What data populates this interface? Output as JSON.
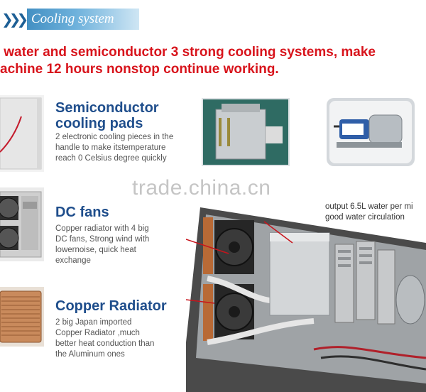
{
  "header": {
    "chevrons": "❯❯❯",
    "title": "Cooling system"
  },
  "headline": {
    "line1": " water and semiconductor 3 strong cooling systems, make",
    "line2": "achine 12 hours nonstop continue working."
  },
  "features": [
    {
      "title1": "Semiconductor",
      "title2": "cooling pads",
      "desc": [
        "2 electronic cooling pieces in the",
        "handle to make itstemperature",
        "reach 0 Celsius degree quickly"
      ]
    },
    {
      "title1": "DC fans",
      "desc": [
        "Copper radiator with 4 big",
        "DC fans, Strong wind with",
        "lowernoise, quick heat",
        "exchange"
      ]
    },
    {
      "title1": "Copper Radiator",
      "desc": [
        "2 big Japan imported",
        "Copper Radiator ,much",
        "better heat conduction than",
        "the Aluminum ones"
      ]
    }
  ],
  "watermark": "trade.china.cn",
  "output_note": [
    "output 6.5L water per mi",
    "good water circulation"
  ],
  "colors": {
    "headline": "#d8141c",
    "feature_title": "#1f4e8c",
    "header_band": "#2b7db5"
  }
}
